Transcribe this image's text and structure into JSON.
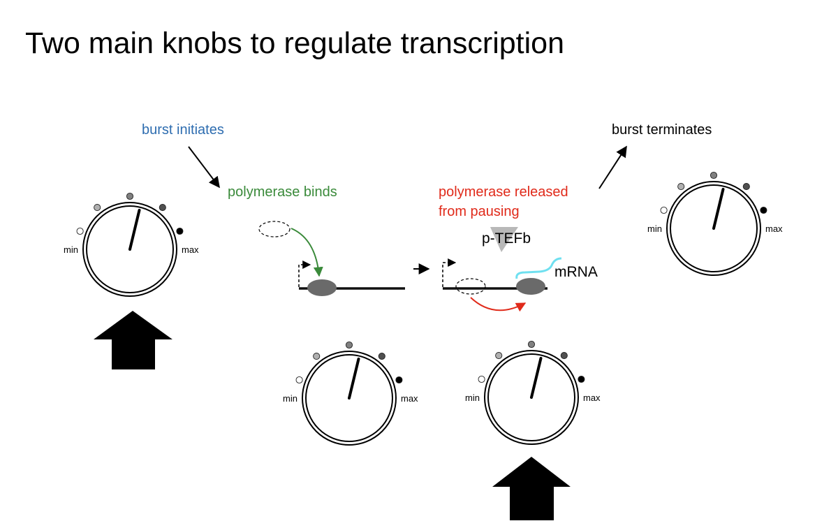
{
  "title": "Two main knobs to regulate transcription",
  "labels": {
    "burst_initiates": "burst initiates",
    "polymerase_binds": "polymerase binds",
    "released_line1": "polymerase released",
    "released_line2": "from pausing",
    "burst_terminates": "burst terminates",
    "ptefb": "p-TEFb",
    "mrna": "mRNA"
  },
  "knob_labels": {
    "min": "min",
    "max": "max"
  },
  "colors": {
    "initiates": "#2e6db0",
    "binds": "#3a8a3a",
    "released": "#e02a1a",
    "mrna": "#6fe0f0",
    "polymerase": "#6a6a6a",
    "ptefb": "#b8b8b8"
  },
  "knobs": [
    {
      "name": "knob-burst-initiation",
      "level": 0.62
    },
    {
      "name": "knob-polymerase-binding",
      "level": 0.62
    },
    {
      "name": "knob-pause-release",
      "level": 0.62
    },
    {
      "name": "knob-burst-termination",
      "level": 0.62
    }
  ]
}
